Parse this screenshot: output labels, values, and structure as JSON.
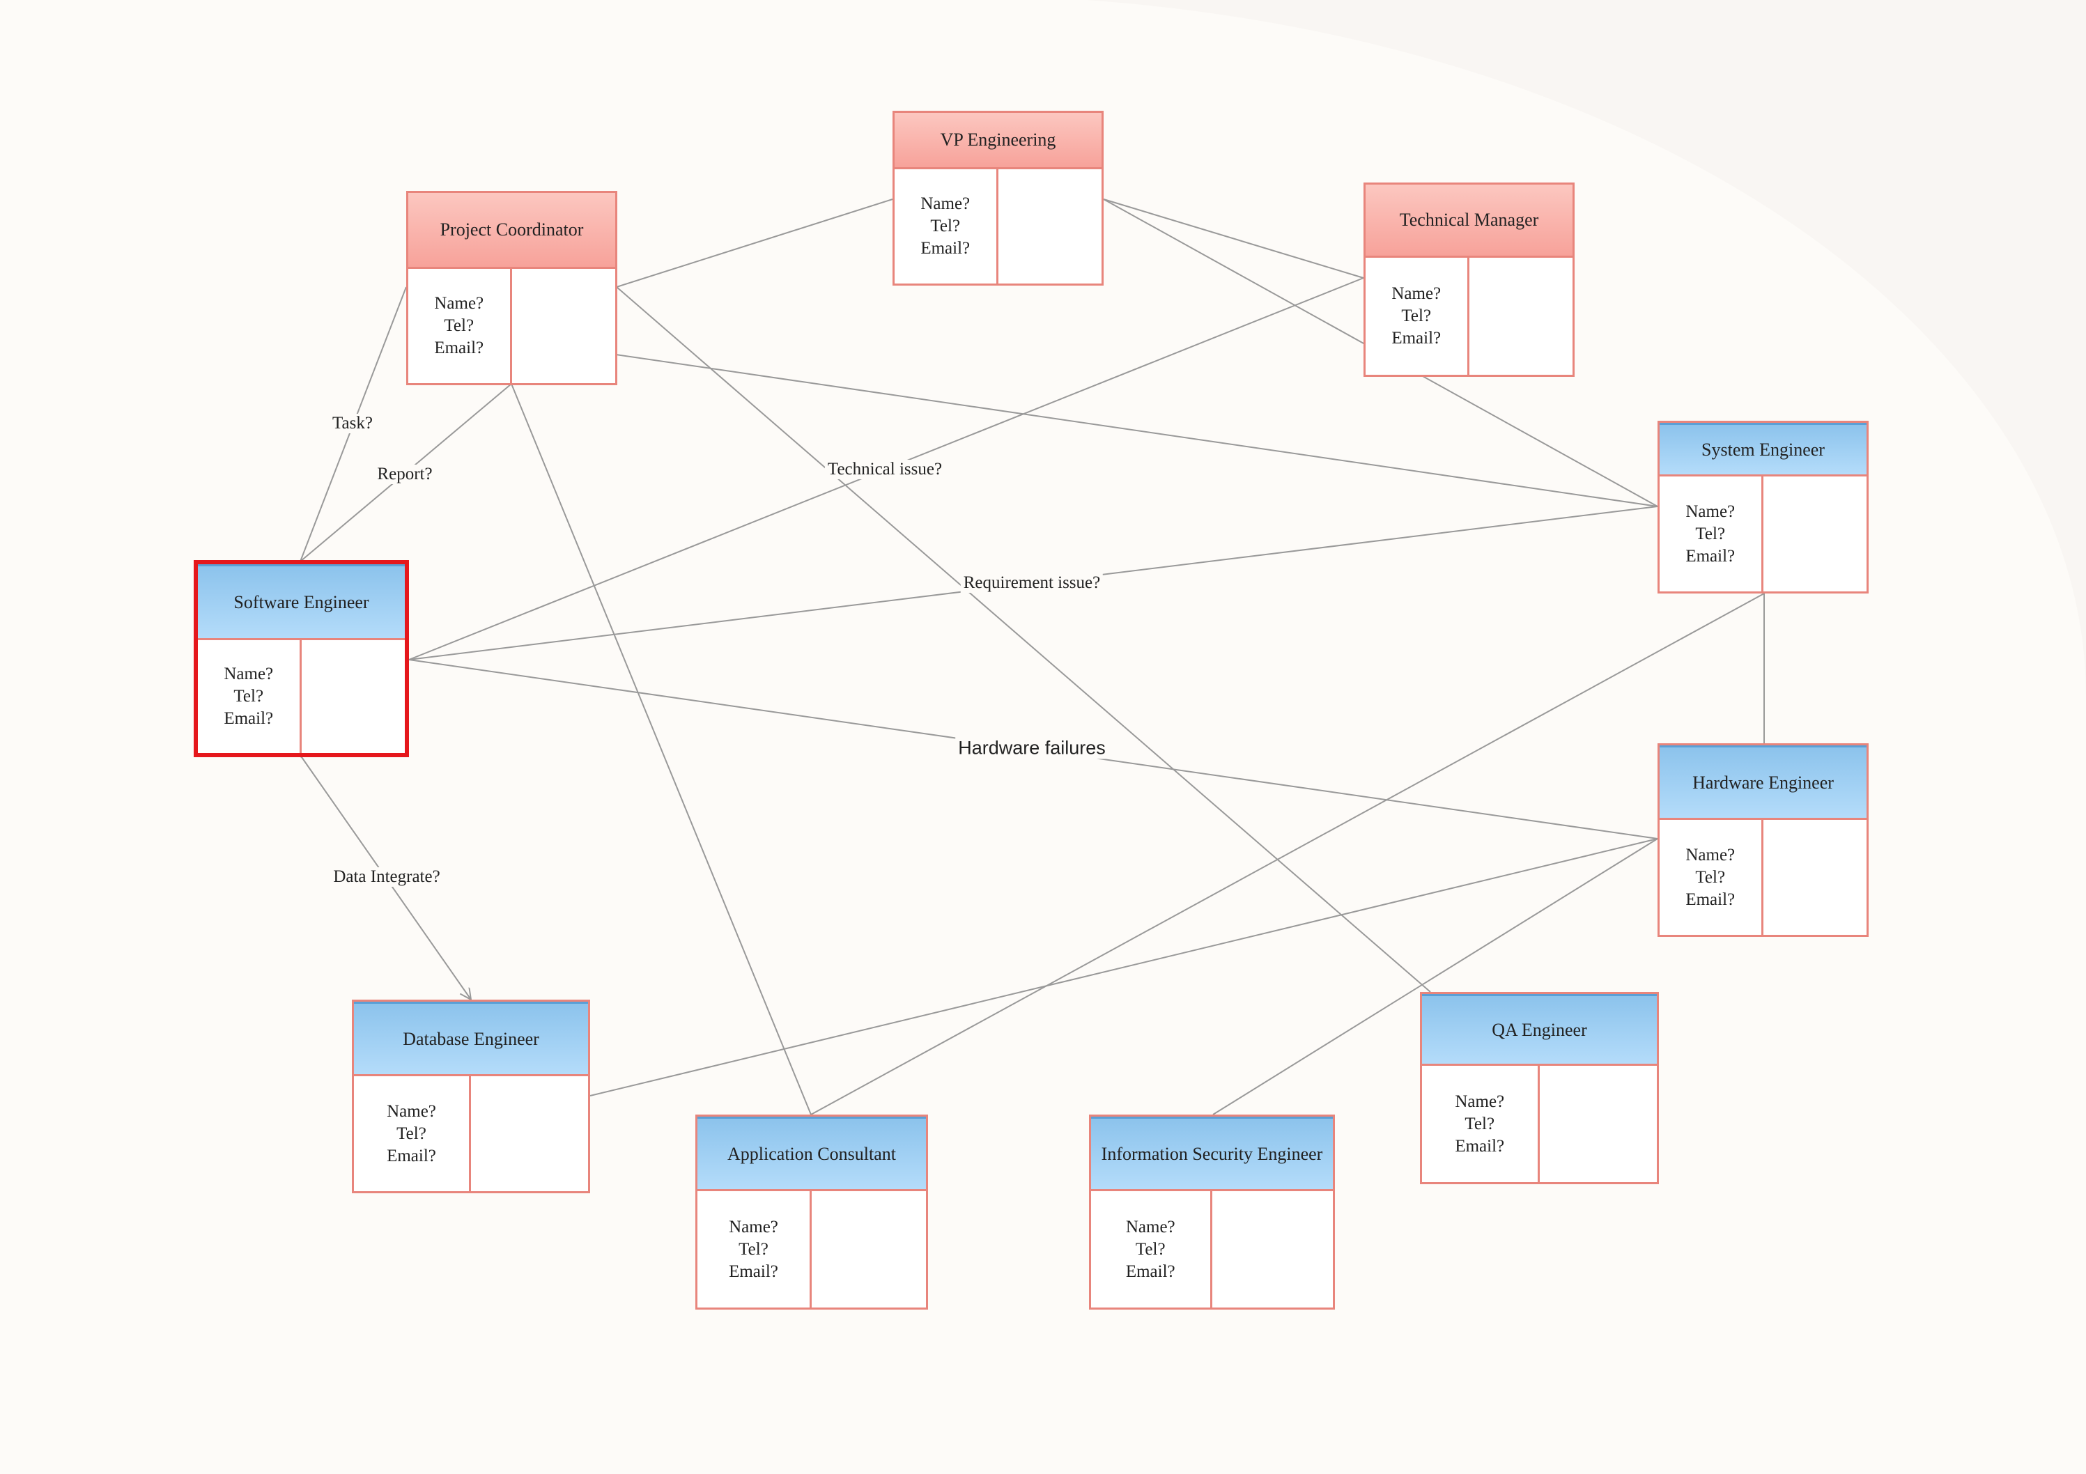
{
  "colors": {
    "background": "#fdfbf8",
    "edge": "#999999",
    "node_border": "#e8857c",
    "pink_header": "#f7a29a",
    "blue_header": "#a4d1f7",
    "selection": "#e5171c"
  },
  "nodes": [
    {
      "id": "vp",
      "title": "VP Engineering",
      "name": "Name?",
      "tel": "Tel?",
      "email": "Email?",
      "style": "pink"
    },
    {
      "id": "pc",
      "title": "Project Coordinator",
      "name": "Name?",
      "tel": "Tel?",
      "email": "Email?",
      "style": "pink"
    },
    {
      "id": "tm",
      "title": "Technical Manager",
      "name": "Name?",
      "tel": "Tel?",
      "email": "Email?",
      "style": "pink"
    },
    {
      "id": "sys",
      "title": "System Engineer",
      "name": "Name?",
      "tel": "Tel?",
      "email": "Email?",
      "style": "blue"
    },
    {
      "id": "sw",
      "title": "Software Engineer",
      "name": "Name?",
      "tel": "Tel?",
      "email": "Email?",
      "style": "blue",
      "selected": true
    },
    {
      "id": "hw",
      "title": "Hardware Engineer",
      "name": "Name?",
      "tel": "Tel?",
      "email": "Email?",
      "style": "blue"
    },
    {
      "id": "db",
      "title": "Database Engineer",
      "name": "Name?",
      "tel": "Tel?",
      "email": "Email?",
      "style": "blue"
    },
    {
      "id": "ac",
      "title": "Application Consultant",
      "name": "Name?",
      "tel": "Tel?",
      "email": "Email?",
      "style": "blue"
    },
    {
      "id": "is",
      "title": "Information Security Engineer",
      "name": "Name?",
      "tel": "Tel?",
      "email": "Email?",
      "style": "blue"
    },
    {
      "id": "qa",
      "title": "QA Engineer",
      "name": "Name?",
      "tel": "Tel?",
      "email": "Email?",
      "style": "blue"
    }
  ],
  "edges": [
    {
      "from": "pc",
      "to": "vp",
      "label": ""
    },
    {
      "from": "vp",
      "to": "tm",
      "label": ""
    },
    {
      "from": "vp",
      "to": "sys",
      "label": ""
    },
    {
      "from": "pc",
      "to": "sys",
      "label": ""
    },
    {
      "from": "pc",
      "to": "qa",
      "label": ""
    },
    {
      "from": "pc",
      "to": "sw",
      "label": "Task?"
    },
    {
      "from": "pc",
      "to": "sw",
      "label": "Report?"
    },
    {
      "from": "pc",
      "to": "ac",
      "label": ""
    },
    {
      "from": "tm",
      "to": "sw",
      "label": "Technical issue?"
    },
    {
      "from": "sys",
      "to": "sw",
      "label": "Requirement issue?"
    },
    {
      "from": "sw",
      "to": "hw",
      "label": "Hardware failures"
    },
    {
      "from": "sys",
      "to": "hw",
      "label": ""
    },
    {
      "from": "sys",
      "to": "ac",
      "label": ""
    },
    {
      "from": "hw",
      "to": "db",
      "label": ""
    },
    {
      "from": "hw",
      "to": "is",
      "label": ""
    },
    {
      "from": "sw",
      "to": "db",
      "label": "Data Integrate?"
    }
  ]
}
